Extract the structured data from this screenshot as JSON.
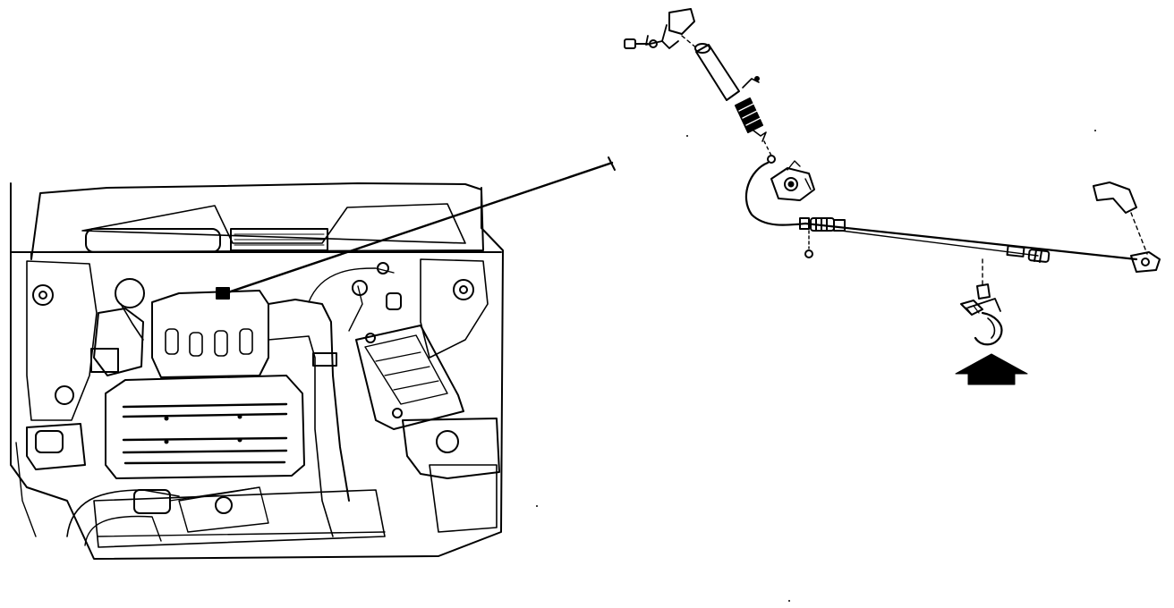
{
  "diagram": {
    "colors": {
      "ink": "#000000",
      "paper": "#ffffff",
      "hatch": "#333333"
    },
    "icons": [
      "engine-bay",
      "leader-line",
      "cable-assembly",
      "arrow-up-icon"
    ]
  }
}
